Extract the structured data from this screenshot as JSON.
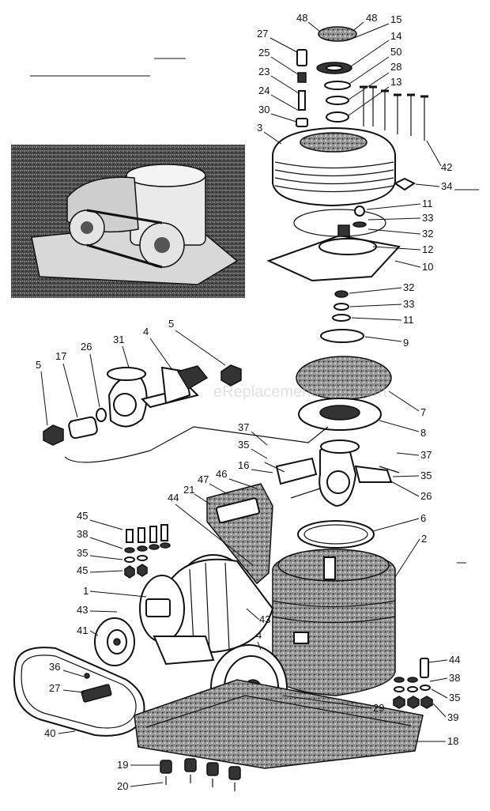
{
  "watermark": "eReplacementParts.com",
  "photo": {
    "icon": "air-compressor-photo-icon"
  },
  "colors": {
    "ink": "#111111",
    "paper": "#ffffff",
    "photo_bg": "#4a4a4a"
  },
  "callouts": [
    {
      "id": "c48a",
      "text": "48"
    },
    {
      "id": "c48b",
      "text": "48"
    },
    {
      "id": "c27a",
      "text": "27"
    },
    {
      "id": "c15",
      "text": "15"
    },
    {
      "id": "c14",
      "text": "14"
    },
    {
      "id": "c25",
      "text": "25"
    },
    {
      "id": "c50",
      "text": "50"
    },
    {
      "id": "c28",
      "text": "28"
    },
    {
      "id": "c23",
      "text": "23"
    },
    {
      "id": "c13",
      "text": "13"
    },
    {
      "id": "c24",
      "text": "24"
    },
    {
      "id": "c30",
      "text": "30"
    },
    {
      "id": "c3",
      "text": "3"
    },
    {
      "id": "c42",
      "text": "42"
    },
    {
      "id": "c34",
      "text": "34"
    },
    {
      "id": "c11a",
      "text": "11"
    },
    {
      "id": "c33a",
      "text": "33"
    },
    {
      "id": "c32a",
      "text": "32"
    },
    {
      "id": "c12",
      "text": "12"
    },
    {
      "id": "c10",
      "text": "10"
    },
    {
      "id": "c32b",
      "text": "32"
    },
    {
      "id": "c33b",
      "text": "33"
    },
    {
      "id": "c11b",
      "text": "11"
    },
    {
      "id": "c9",
      "text": "9"
    },
    {
      "id": "c5a",
      "text": "5"
    },
    {
      "id": "c17",
      "text": "17"
    },
    {
      "id": "c26a",
      "text": "26"
    },
    {
      "id": "c31",
      "text": "31"
    },
    {
      "id": "c4a",
      "text": "4"
    },
    {
      "id": "c5b",
      "text": "5"
    },
    {
      "id": "c7",
      "text": "7"
    },
    {
      "id": "c8",
      "text": "8"
    },
    {
      "id": "c37a",
      "text": "37"
    },
    {
      "id": "c35a",
      "text": "35"
    },
    {
      "id": "c16",
      "text": "16"
    },
    {
      "id": "c46",
      "text": "46"
    },
    {
      "id": "c47",
      "text": "47"
    },
    {
      "id": "c21",
      "text": "21"
    },
    {
      "id": "c44a",
      "text": "44"
    },
    {
      "id": "c37b",
      "text": "37"
    },
    {
      "id": "c35b",
      "text": "35"
    },
    {
      "id": "c26b",
      "text": "26"
    },
    {
      "id": "c6",
      "text": "6"
    },
    {
      "id": "c2",
      "text": "2"
    },
    {
      "id": "c45a",
      "text": "45"
    },
    {
      "id": "c38a",
      "text": "38"
    },
    {
      "id": "c35c",
      "text": "35"
    },
    {
      "id": "c45b",
      "text": "45"
    },
    {
      "id": "c1",
      "text": "1"
    },
    {
      "id": "c43a",
      "text": "43"
    },
    {
      "id": "c43b",
      "text": "43"
    },
    {
      "id": "c41",
      "text": "41"
    },
    {
      "id": "c4b",
      "text": "4"
    },
    {
      "id": "c44b",
      "text": "44"
    },
    {
      "id": "c38b",
      "text": "38"
    },
    {
      "id": "c36",
      "text": "36"
    },
    {
      "id": "c35d",
      "text": "35"
    },
    {
      "id": "c27b",
      "text": "27"
    },
    {
      "id": "c39",
      "text": "39"
    },
    {
      "id": "c29",
      "text": "29"
    },
    {
      "id": "c40",
      "text": "40"
    },
    {
      "id": "c18",
      "text": "18"
    },
    {
      "id": "c19",
      "text": "19"
    },
    {
      "id": "c20",
      "text": "20"
    }
  ]
}
